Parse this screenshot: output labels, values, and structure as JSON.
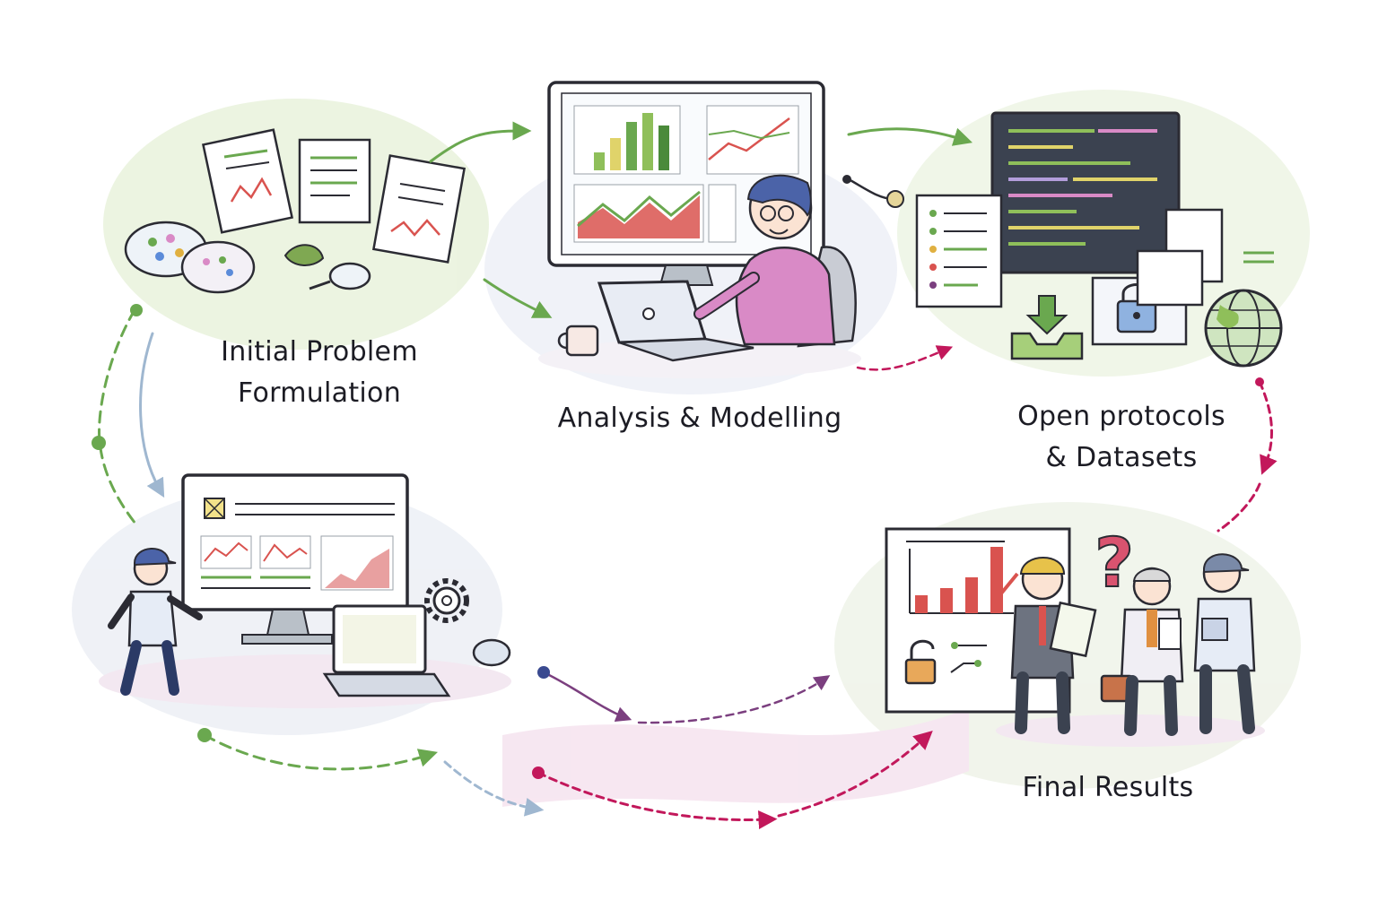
{
  "stages": {
    "problem": {
      "line1": "Initial Problem",
      "line2": "Formulation"
    },
    "analysis": {
      "line1": "Analysis & Modelling"
    },
    "open": {
      "line1": "Open protocols",
      "line2": "& Datasets"
    },
    "results": {
      "line1": "Final Results"
    }
  },
  "annotations": {
    "question_mark": "?"
  },
  "colors": {
    "green": "#6aa84f",
    "magenta": "#c2185b",
    "purple": "#7b3f7f",
    "lightblue": "#9fb7d0",
    "red": "#d9534f",
    "pink_shirt": "#d98ac6",
    "ink": "#2b2b33"
  },
  "icons": [
    "document-icon",
    "petri-dish-icon",
    "magnifier-icon",
    "monitor-icon",
    "laptop-icon",
    "coffee-mug-icon",
    "code-editor-icon",
    "download-inbox-icon",
    "padlock-icon",
    "globe-icon",
    "gear-icon",
    "question-mark-icon",
    "checkmark-icon",
    "briefcase-icon",
    "clipboard-icon"
  ]
}
